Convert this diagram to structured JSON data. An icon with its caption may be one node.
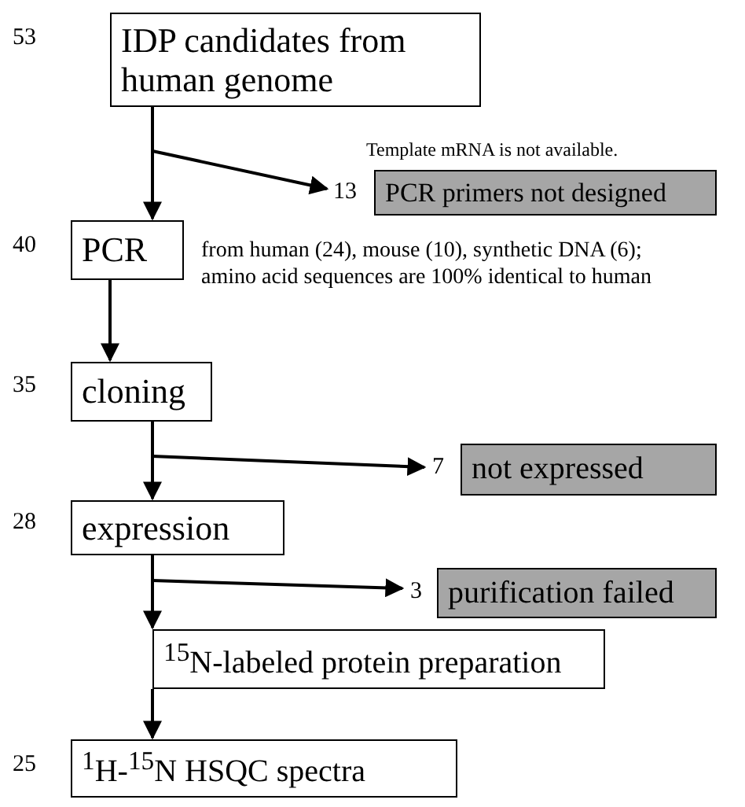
{
  "diagram": {
    "nodes": [
      {
        "text": [
          "IDP candidates from human genome"
        ],
        "beside": [
          "53"
        ]
      },
      {
        "text": [
          "PCR primers not designed"
        ],
        "beside": [
          "Template mRNA is not available.",
          "13"
        ]
      },
      {
        "text": [
          "PCR"
        ],
        "beside": [
          "40",
          "from human (24), mouse (10), synthetic DNA (6);  amino acid sequences are 100% identical to human"
        ]
      },
      {
        "text": [
          "cloning"
        ],
        "beside": [
          "35"
        ]
      },
      {
        "text": [
          "not expressed"
        ],
        "beside": [
          "7"
        ]
      },
      {
        "text": [
          "expression"
        ],
        "beside": [
          "28"
        ]
      },
      {
        "text": [
          "purification failed"
        ],
        "beside": [
          "3"
        ]
      },
      {
        "text": [
          "$^{15}$N-labeled protein preparation"
        ]
      },
      {
        "text": [
          "$^{1}$H-$^{15}$N HSQC spectra"
        ],
        "beside": [
          "25"
        ]
      }
    ],
    "edges": [
      {
        "from": 0,
        "to": 2,
        "arrow": "to"
      },
      {
        "from": 0,
        "to": 1,
        "arrow": "to"
      },
      {
        "from": 2,
        "to": 3,
        "arrow": "to"
      },
      {
        "from": 3,
        "to": 5,
        "arrow": "to"
      },
      {
        "from": 3,
        "to": 4,
        "arrow": "to"
      },
      {
        "from": 5,
        "to": 7,
        "arrow": "to"
      },
      {
        "from": 5,
        "to": 6,
        "arrow": "to"
      },
      {
        "from": 7,
        "to": 8,
        "arrow": "to"
      }
    ]
  }
}
